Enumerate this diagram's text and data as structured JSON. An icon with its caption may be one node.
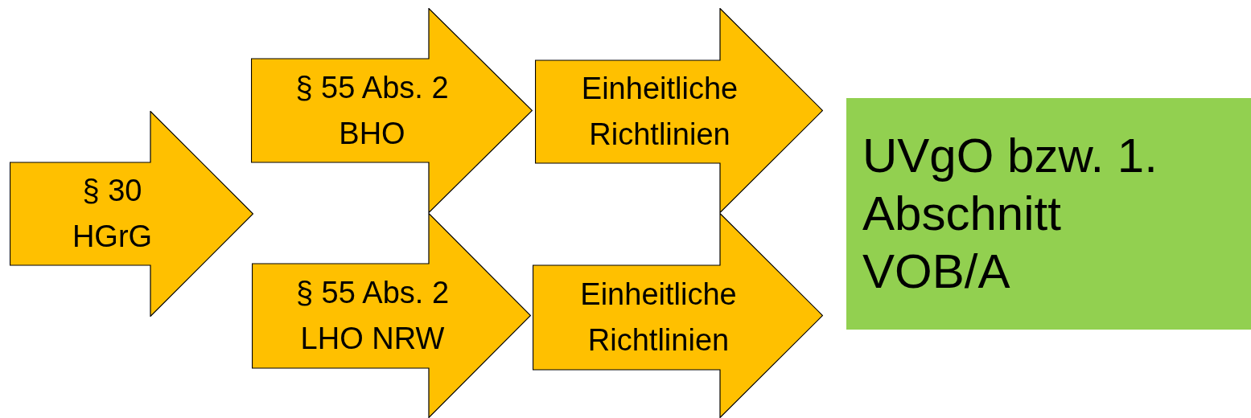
{
  "diagram": {
    "nodes": [
      {
        "text": [
          "§ 30 HGrG"
        ]
      },
      {
        "text": [
          "§ 55 Abs. 2 BHO"
        ]
      },
      {
        "text": [
          "Einheitliche Richtlinien"
        ]
      },
      {
        "text": [
          "§ 55 Abs. 2 LHO NRW"
        ]
      },
      {
        "text": [
          "Einheitliche Richtlinien"
        ]
      },
      {
        "text": [
          "UVgO bzw. 1. Abschnitt VOB/A"
        ]
      }
    ]
  }
}
